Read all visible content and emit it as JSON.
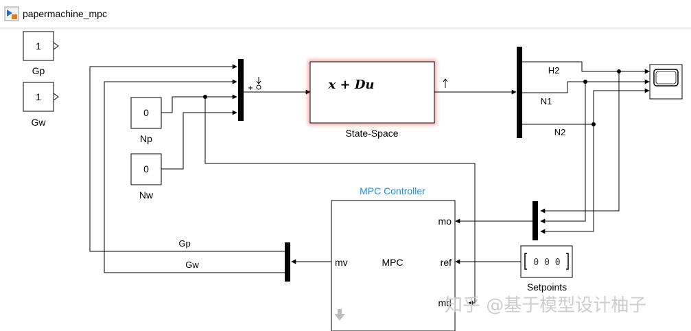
{
  "window": {
    "title": "papermachine_mpc"
  },
  "blocks": {
    "gp": {
      "value": "1",
      "label": "Gp"
    },
    "gw": {
      "value": "1",
      "label": "Gw"
    },
    "np": {
      "value": "0",
      "label": "Np"
    },
    "nw": {
      "value": "0",
      "label": "Nw"
    },
    "state_space": {
      "equation": "x + Du",
      "label": "State-Space"
    },
    "mpc": {
      "title": "MPC Controller",
      "center": "MPC",
      "port_mo": "mo",
      "port_ref": "ref",
      "port_md": "md",
      "port_mv": "mv"
    },
    "setpoints": {
      "display": "0  0  0",
      "label": "Setpoints"
    }
  },
  "signals": {
    "h2": "H2",
    "n1": "N1",
    "n2": "N2",
    "gp": "Gp",
    "gw": "Gw"
  },
  "watermark": "知乎 @基于模型设计柚子",
  "colors": {
    "highlight": "#e8343a",
    "mpc_title": "#1a8fd8",
    "line": "#000000"
  }
}
